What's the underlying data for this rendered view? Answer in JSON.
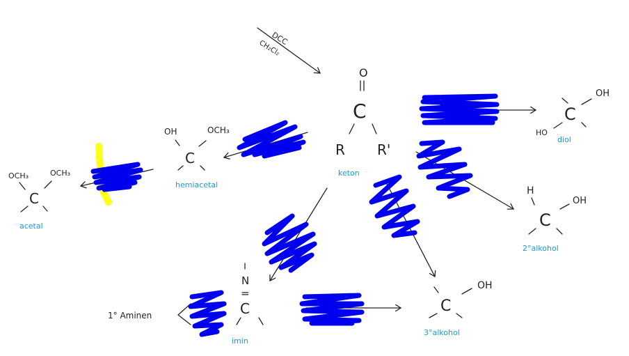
{
  "reagent": {
    "line1": "DCC",
    "line2": "CH₂Cl₂"
  },
  "ketone": {
    "o": "O",
    "dbl": "=",
    "c": "C",
    "r": "R",
    "rprime": "R'",
    "label": "keton"
  },
  "diol": {
    "oh_top": "OH",
    "c": "C",
    "ho": "HO",
    "label": "diol"
  },
  "secondary_alcohol": {
    "h": "H",
    "oh": "OH",
    "c": "C",
    "label": "2°alkohol"
  },
  "tertiary_alcohol": {
    "oh": "OH",
    "c": "C",
    "label": "3°alkohol"
  },
  "hemiacetal": {
    "oh": "OH",
    "och3": "OCH₃",
    "c": "C",
    "label": "hemiacetal"
  },
  "acetal": {
    "och3_left": "OCH₃",
    "och3_right": "OCH₃",
    "c": "C",
    "label": "acetal"
  },
  "imine": {
    "n": "N",
    "dbl": "=",
    "c": "C",
    "label": "imin"
  },
  "amine_note": {
    "text": "1° Aminen"
  },
  "colors": {
    "scribble": "#0000ee",
    "highlight": "#ffff00",
    "label_blue": "#1a9ad6",
    "ink": "#222222"
  }
}
